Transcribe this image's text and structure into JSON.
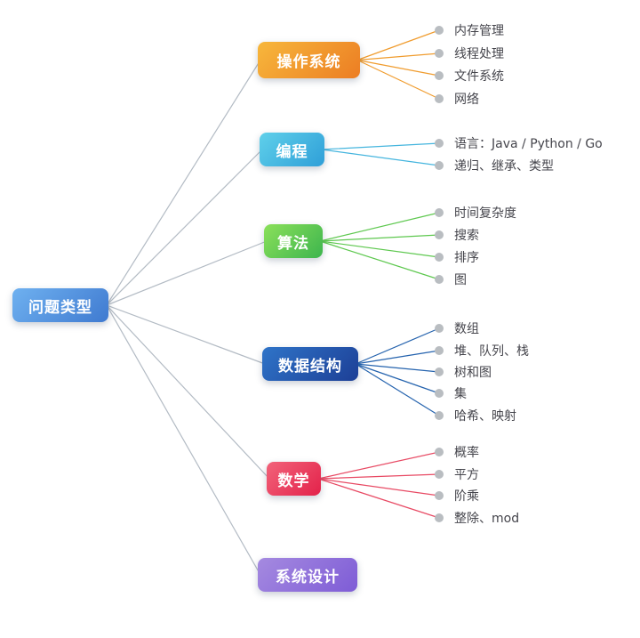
{
  "root": {
    "label": "问题类型",
    "color_from": "#6fb1f0",
    "color_to": "#3f7ad0",
    "line_color": "#b3bbc4"
  },
  "bullet_color": "#b9bdc1",
  "branches": [
    {
      "label": "操作系统",
      "color_from": "#f7b73c",
      "color_to": "#ec7d23",
      "line_color": "#f09c2e",
      "children": [
        {
          "label": "内存管理"
        },
        {
          "label": "线程处理"
        },
        {
          "label": "文件系统"
        },
        {
          "label": "网络"
        }
      ]
    },
    {
      "label": "编程",
      "color_from": "#5fd0ea",
      "color_to": "#2f9fd8",
      "line_color": "#45b5de",
      "children": [
        {
          "label": "语言：Java / Python / Go"
        },
        {
          "label": "递归、继承、类型"
        }
      ]
    },
    {
      "label": "算法",
      "color_from": "#8be05a",
      "color_to": "#3db54e",
      "line_color": "#5ec84f",
      "children": [
        {
          "label": "时间复杂度"
        },
        {
          "label": "搜索"
        },
        {
          "label": "排序"
        },
        {
          "label": "图"
        }
      ]
    },
    {
      "label": "数据结构",
      "color_from": "#2f74c8",
      "color_to": "#1d3f96",
      "line_color": "#2563ae",
      "children": [
        {
          "label": "数组"
        },
        {
          "label": "堆、队列、栈"
        },
        {
          "label": "树和图"
        },
        {
          "label": "集"
        },
        {
          "label": "哈希、映射"
        }
      ]
    },
    {
      "label": "数学",
      "color_from": "#f2637a",
      "color_to": "#e3224a",
      "line_color": "#e84a64",
      "children": [
        {
          "label": "概率"
        },
        {
          "label": "平方"
        },
        {
          "label": "阶乘"
        },
        {
          "label": "整除、mod"
        }
      ]
    },
    {
      "label": "系统设计",
      "color_from": "#a58ae0",
      "color_to": "#7e5cd6",
      "line_color": "#9a7ad8",
      "children": []
    }
  ]
}
